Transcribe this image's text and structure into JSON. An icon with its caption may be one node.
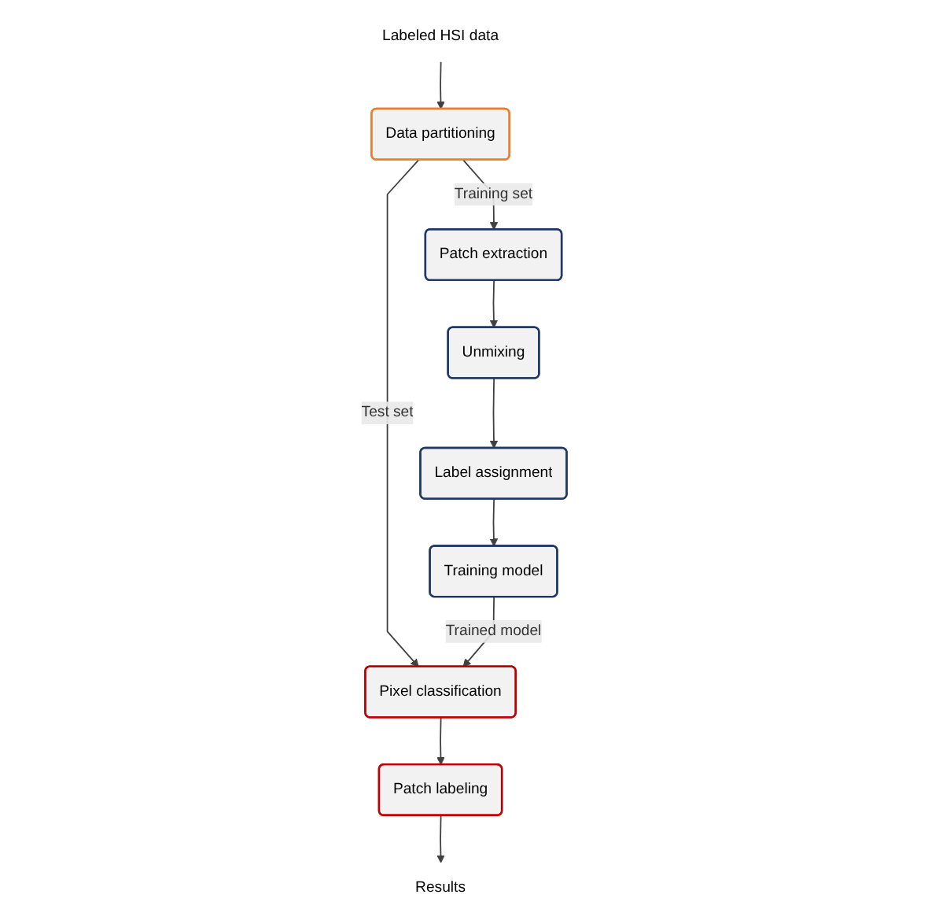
{
  "diagram": {
    "nodes": [
      {
        "text": [
          "Labeled HSI data"
        ]
      },
      {
        "text": [
          "Data partitioning"
        ]
      },
      {
        "text": [
          "Patch extraction"
        ]
      },
      {
        "text": [
          "Unmixing"
        ]
      },
      {
        "text": [
          "Label assignment"
        ]
      },
      {
        "text": [
          "Training model"
        ]
      },
      {
        "text": [
          "Pixel classification"
        ]
      },
      {
        "text": [
          "Patch labeling"
        ]
      },
      {
        "text": [
          "Results"
        ]
      }
    ],
    "edges": [
      {
        "from": 0,
        "to": 1,
        "arrow": "to"
      },
      {
        "from": 1,
        "to": 2,
        "arrow": "to",
        "label": "Training set"
      },
      {
        "from": 1,
        "to": 6,
        "arrow": "to",
        "label": "Test set"
      },
      {
        "from": 2,
        "to": 3,
        "arrow": "to"
      },
      {
        "from": 3,
        "to": 4,
        "arrow": "to"
      },
      {
        "from": 4,
        "to": 5,
        "arrow": "to"
      },
      {
        "from": 5,
        "to": 6,
        "arrow": "to",
        "label": "Trained model"
      },
      {
        "from": 6,
        "to": 7,
        "arrow": "to"
      },
      {
        "from": 7,
        "to": 8,
        "arrow": "to"
      }
    ]
  }
}
